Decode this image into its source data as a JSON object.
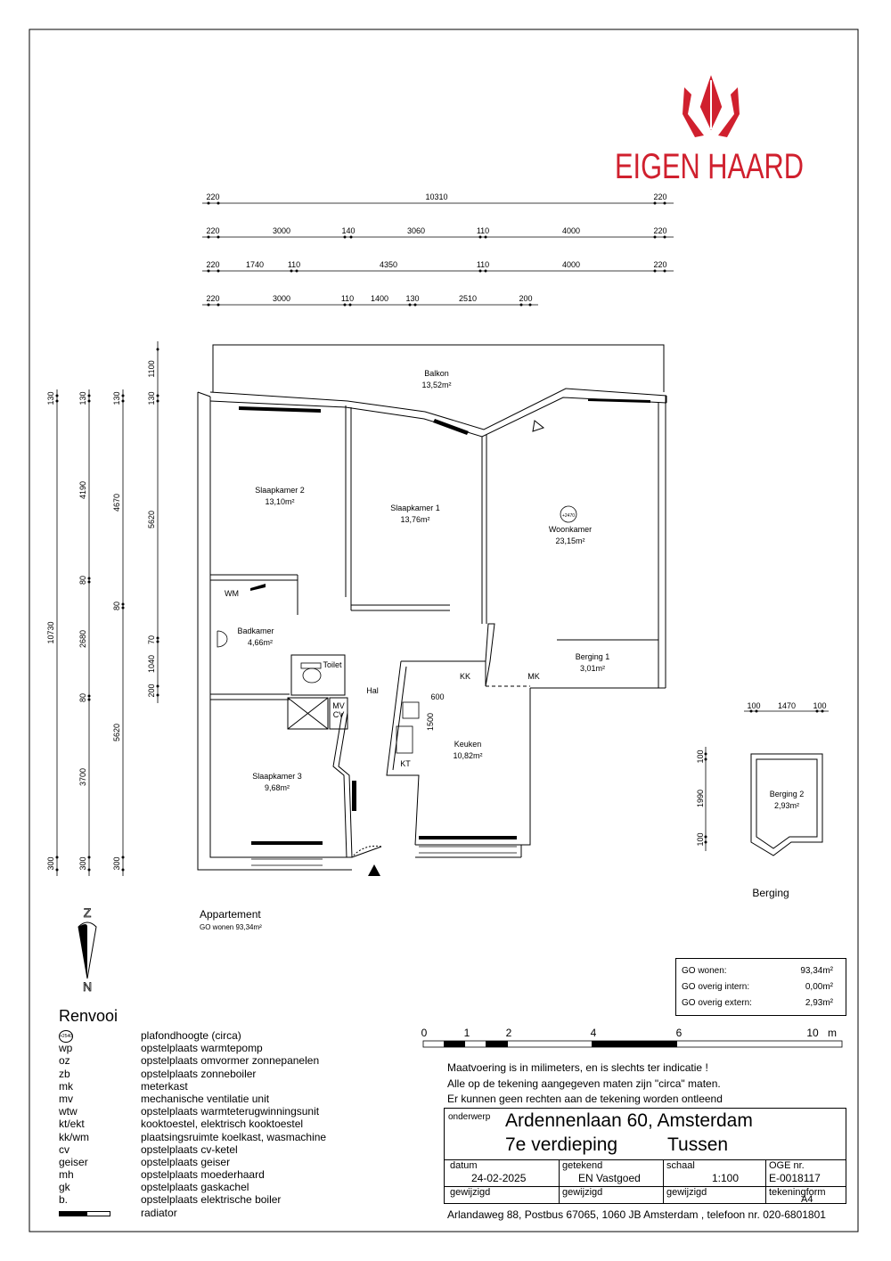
{
  "brand": {
    "name": "EIGEN HAARD",
    "color": "#d0202e"
  },
  "plan": {
    "rooms": [
      {
        "name": "Balkon",
        "area": "13,52m²"
      },
      {
        "name": "Slaapkamer 2",
        "area": "13,10m²"
      },
      {
        "name": "Slaapkamer 1",
        "area": "13,76m²"
      },
      {
        "name": "Woonkamer",
        "area": "23,15m²"
      },
      {
        "name": "Badkamer",
        "area": "4,66m²"
      },
      {
        "name": "Berging 1",
        "area": "3,01m²"
      },
      {
        "name": "Keuken",
        "area": "10,82m²"
      },
      {
        "name": "Slaapkamer 3",
        "area": "9,68m²"
      },
      {
        "name": "Berging 2",
        "area": "2,93m²"
      }
    ],
    "labels": {
      "toilet": "Toilet",
      "hal": "Hal",
      "wm": "WM",
      "kk": "KK",
      "mk": "MK",
      "kt": "KT",
      "mv": "MV",
      "cv": "CV",
      "k600": "600",
      "k1500": "1500",
      "ceiling": "+2470"
    },
    "apartment_title": "Appartement",
    "apartment_area": "GO wonen 93,34m²",
    "storage_title": "Berging",
    "compass": {
      "north_top": "Z",
      "north_bottom": "N"
    }
  },
  "dimensions": {
    "top_row1": [
      "220",
      "10310",
      "220"
    ],
    "top_row2": [
      "220",
      "3000",
      "140",
      "3060",
      "110",
      "4000",
      "220"
    ],
    "top_row3": [
      "220",
      "1740",
      "110",
      "4350",
      "110",
      "4000",
      "220"
    ],
    "top_row4": [
      "220",
      "3000",
      "110",
      "1400",
      "130",
      "2510",
      "200"
    ],
    "left_col1": [
      "130",
      "10730",
      "300"
    ],
    "left_col2": [
      "130",
      "4190",
      "80",
      "2680",
      "80",
      "3700",
      "300"
    ],
    "left_col3": [
      "130",
      "4670",
      "80",
      "5620",
      "300"
    ],
    "left_col4": [
      "1100",
      "130",
      "5620",
      "70",
      "1040",
      "200"
    ],
    "berging_h": [
      "100",
      "1470",
      "100"
    ],
    "berging_v": [
      "100",
      "1990",
      "100"
    ]
  },
  "areas": [
    {
      "label": "GO wonen:",
      "value": "93,34m²"
    },
    {
      "label": "GO overig intern:",
      "value": "0,00m²"
    },
    {
      "label": "GO overig extern:",
      "value": "2,93m²"
    }
  ],
  "legend": {
    "title": "Renvooi",
    "items": [
      {
        "code": "+2540",
        "desc": "plafondhoogte (circa)"
      },
      {
        "code": "wp",
        "desc": "opstelplaats warmtepomp"
      },
      {
        "code": "oz",
        "desc": "opstelplaats omvormer zonnepanelen"
      },
      {
        "code": "zb",
        "desc": "opstelplaats zonneboiler"
      },
      {
        "code": "mk",
        "desc": "meterkast"
      },
      {
        "code": "mv",
        "desc": "mechanische ventilatie unit"
      },
      {
        "code": "wtw",
        "desc": "opstelplaats warmteterugwinningsunit"
      },
      {
        "code": "kt/ekt",
        "desc": "kooktoestel, elektrisch kooktoestel"
      },
      {
        "code": "kk/wm",
        "desc": "plaatsingsruimte koelkast, wasmachine"
      },
      {
        "code": "cv",
        "desc": "opstelplaats cv-ketel"
      },
      {
        "code": "geiser",
        "desc": "opstelplaats geiser"
      },
      {
        "code": "mh",
        "desc": "opstelplaats moederhaard"
      },
      {
        "code": "gk",
        "desc": "opstelplaats gaskachel"
      },
      {
        "code": "b.",
        "desc": "opstelplaats elektrische boiler"
      },
      {
        "code": "",
        "desc": "radiator"
      }
    ]
  },
  "scale_bar": {
    "ticks": [
      "0",
      "1",
      "2",
      "4",
      "6",
      "10"
    ],
    "unit": "m"
  },
  "notes": [
    "Maatvoering is in milimeters, en is slechts ter indicatie !",
    "Alle op de tekening aangegeven maten zijn \"circa\" maten.",
    "Er kunnen geen rechten aan de tekening worden ontleend"
  ],
  "title_block": {
    "subject_label": "onderwerp",
    "subject": "Ardennenlaan 60, Amsterdam",
    "floor": "7e verdieping",
    "type": "Tussen",
    "date_label": "datum",
    "date": "24-02-2025",
    "drawn_label": "getekend",
    "drawn": "EN Vastgoed",
    "scale_label": "schaal",
    "scale": "1:100",
    "oge_label": "OGE nr.",
    "oge": "E-0018117",
    "changed_label": "gewijzigd",
    "format_label": "tekeningform",
    "format": "A4",
    "address": "Arlandaweg 88, Postbus 67065, 1060 JB Amsterdam , telefoon nr. 020-6801801"
  }
}
